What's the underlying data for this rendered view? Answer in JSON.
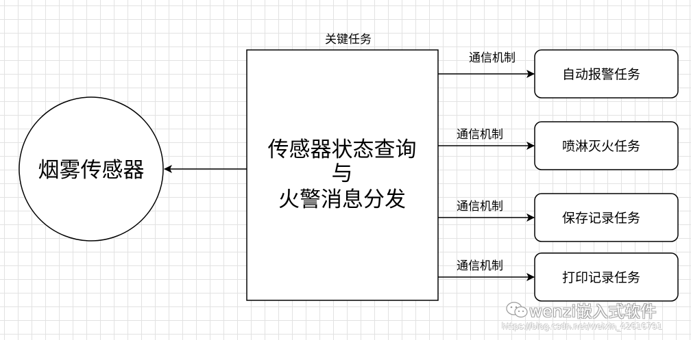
{
  "diagram": {
    "sensor": {
      "label": "烟雾传感器"
    },
    "key_task": {
      "caption": "关键任务",
      "lines": [
        "传感器状态查询",
        "与",
        "火警消息分发"
      ]
    },
    "tasks": [
      {
        "label": "自动报警任务",
        "link_label": "通信机制"
      },
      {
        "label": "喷淋灭火任务",
        "link_label": "通信机制"
      },
      {
        "label": "保存记录任务",
        "link_label": "通信机制"
      },
      {
        "label": "打印记录任务",
        "link_label": "通信机制"
      }
    ]
  },
  "watermark": {
    "brand": "wenzi嵌入式软件",
    "url": "https://blog.csdn.net/weixin_42616791"
  },
  "colors": {
    "stroke": "#000000",
    "grid": "#e2e2e2",
    "background": "#ffffff"
  }
}
